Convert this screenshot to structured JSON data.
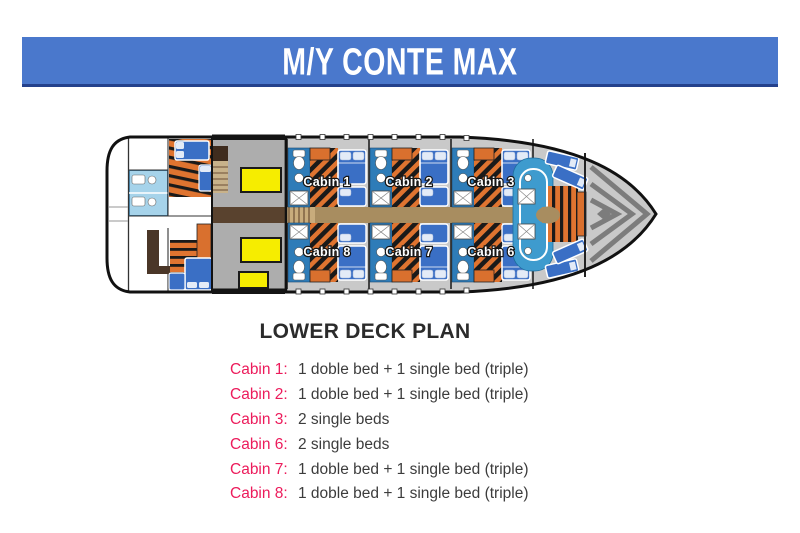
{
  "banner": {
    "title": "M/Y CONTE MAX"
  },
  "plan": {
    "heading": "LOWER DECK PLAN",
    "boat": {
      "cabin_labels": [
        "Cabin 1",
        "Cabin 2",
        "Cabin 3",
        "Cabin 8",
        "Cabin 7",
        "Cabin 6"
      ]
    },
    "legend": [
      {
        "label": "Cabin 1:",
        "desc": "1 doble bed + 1 single bed (triple)"
      },
      {
        "label": "Cabin 2:",
        "desc": "1 doble bed + 1 single bed (triple)"
      },
      {
        "label": "Cabin 3:",
        "desc": "2 single beds"
      },
      {
        "label": "Cabin 6:",
        "desc": "2 single beds"
      },
      {
        "label": "Cabin 7:",
        "desc": "1 doble bed + 1 single bed (triple)"
      },
      {
        "label": "Cabin 8:",
        "desc": "1 doble bed + 1 single bed (triple)"
      }
    ],
    "colors": {
      "banner_blue": "#4A78CC",
      "accent_pink": "#EC1B5B",
      "bed_blue": "#3A6FC5",
      "bathroom_blue": "#2E7CB8",
      "floor_orange": "#DF7430",
      "corridor_tan": "#A88D60",
      "deck_gray": "#C9C9C9",
      "table_yellow": "#F6ED00"
    }
  }
}
